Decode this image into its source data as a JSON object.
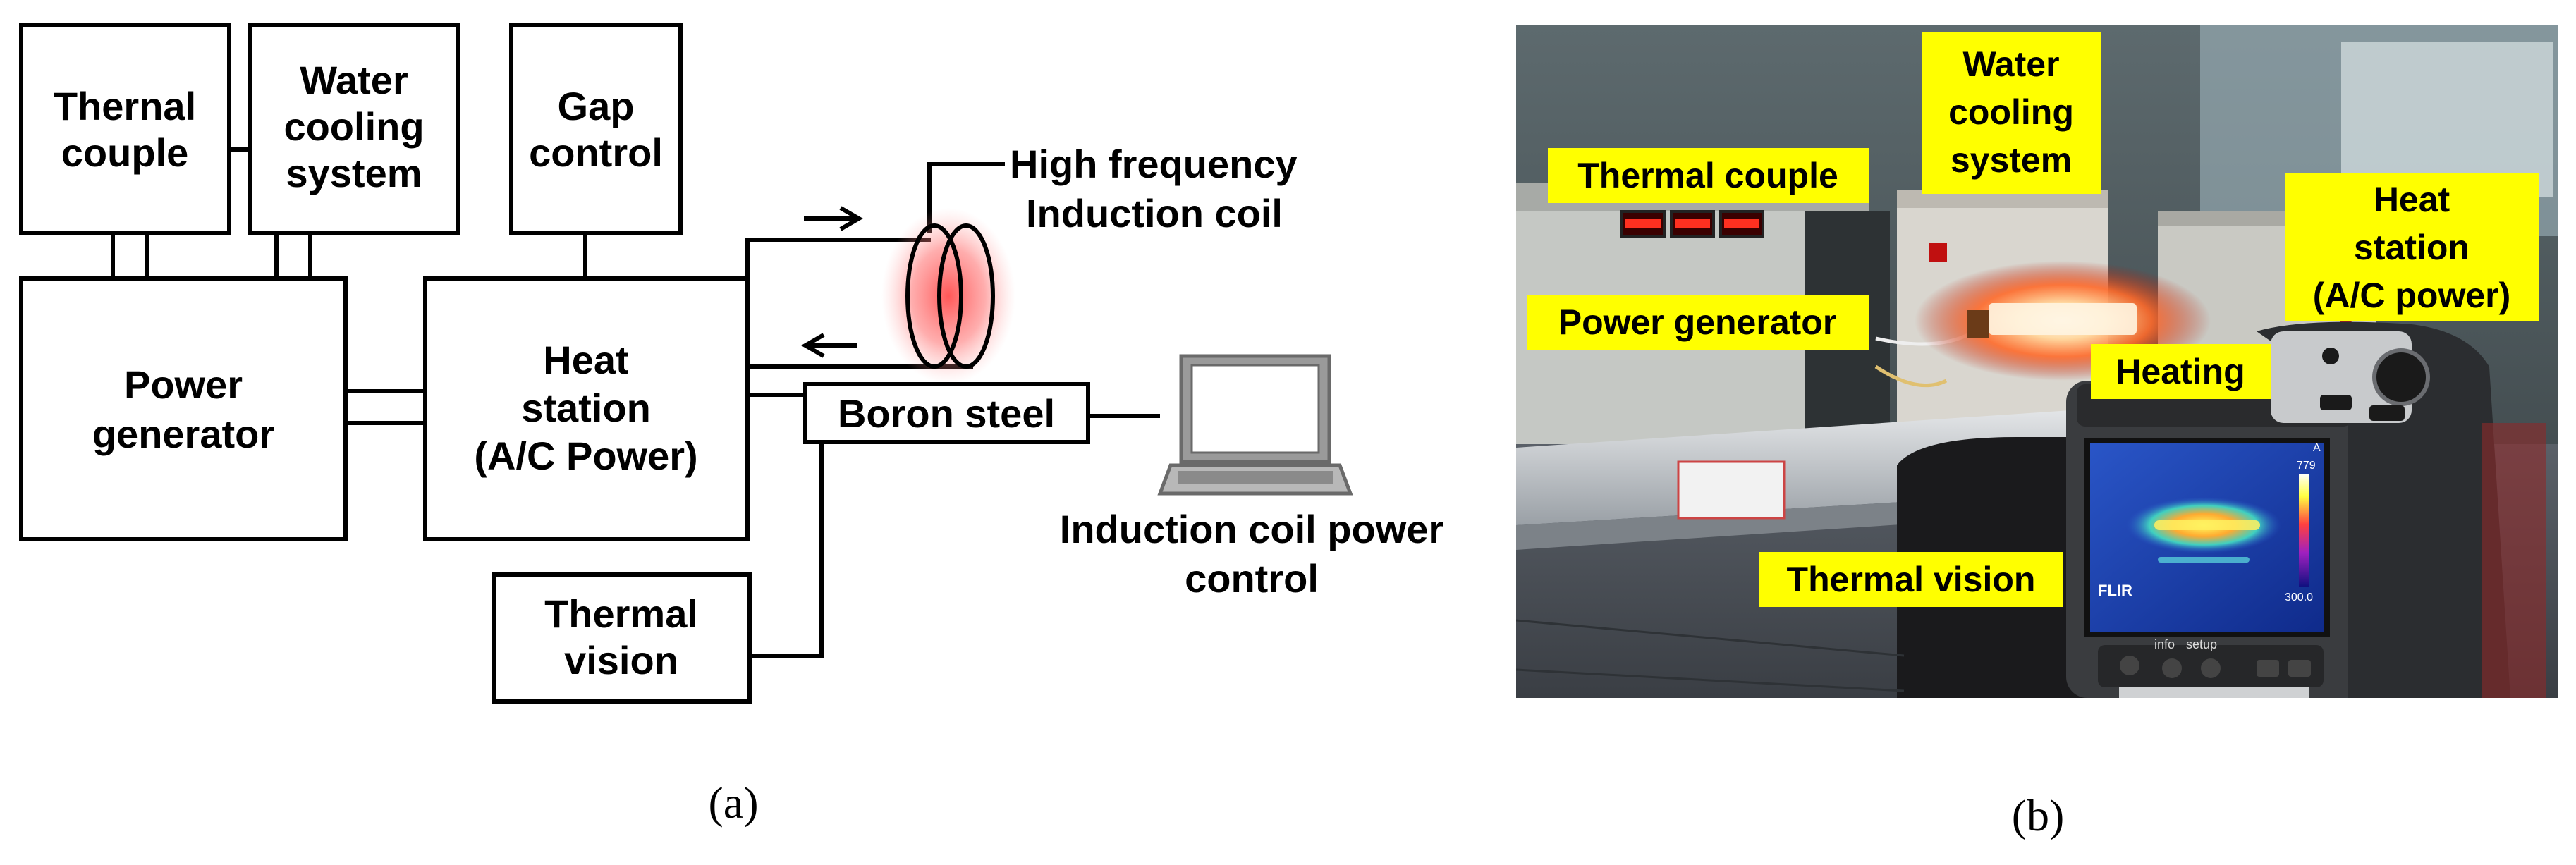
{
  "diagram": {
    "blocks": {
      "thermal_couple": [
        "Thernal",
        "couple"
      ],
      "water_cooling": [
        "Water",
        "cooling",
        "system"
      ],
      "gap_control": [
        "Gap",
        "control"
      ],
      "power_generator": [
        "Power",
        "generator"
      ],
      "heat_station": [
        "Heat",
        "station",
        "(A/C Power)"
      ],
      "boron_steel": [
        "Boron steel"
      ],
      "thermal_vision": [
        "Thermal",
        "vision"
      ]
    },
    "labels": {
      "coil": [
        "High frequency",
        "Induction coil"
      ],
      "coil_power": [
        "Induction coil power",
        "control"
      ]
    },
    "caption": "(a)"
  },
  "photo": {
    "callouts": {
      "water_cooling": [
        "Water",
        "cooling",
        "system"
      ],
      "thermal_couple": [
        "Thermal couple"
      ],
      "heat_station": [
        "Heat",
        "station",
        "(A/C power)"
      ],
      "power_generator": [
        "Power generator"
      ],
      "heating": [
        "Heating"
      ],
      "thermal_vision": [
        "Thermal vision"
      ]
    },
    "camera": {
      "brand": "FLIR",
      "scale_max": "779",
      "scale_min": "300.0",
      "mode": "A",
      "buttons": [
        "info",
        "setup"
      ]
    },
    "caption": "(b)"
  },
  "colors": {
    "callout_bg": "#ffff00",
    "coil_glow": "#ff5a5a",
    "line": "#000000"
  }
}
